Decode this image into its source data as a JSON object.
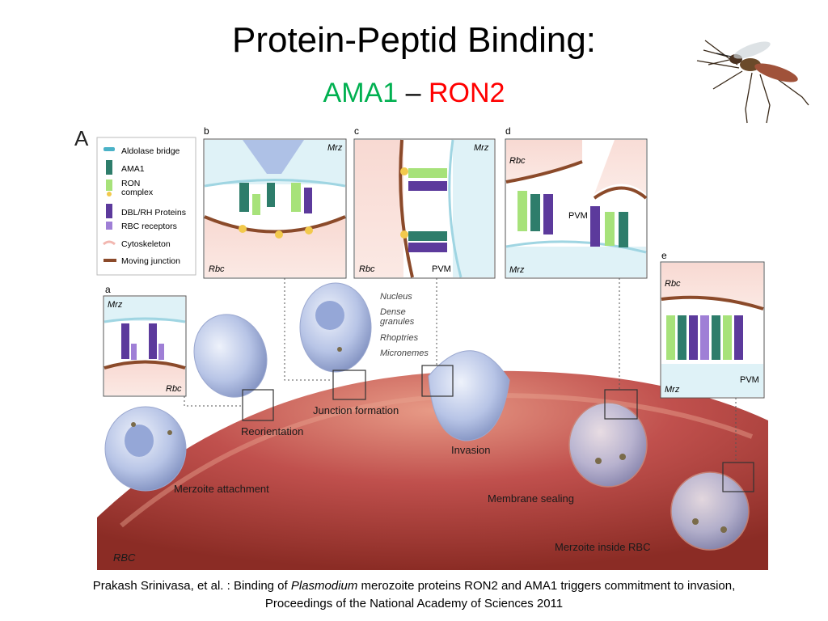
{
  "title": "Protein-Peptid Binding:",
  "subtitle": {
    "left": "AMA1",
    "dash": "–",
    "right": "RON2"
  },
  "colors": {
    "green": "#00b050",
    "red": "#ff0000",
    "rbc": "#c0504d",
    "ama1": "#2e7d6b",
    "ron": "#a7e27a",
    "dbl": "#5c3a9c"
  },
  "figure": {
    "panel_letter": "A",
    "legend": [
      "Aldolase bridge",
      "AMA1",
      "RON",
      "complex",
      "DBL/RH Proteins",
      "RBC receptors",
      "Cytoskeleton",
      "Moving junction"
    ],
    "panel_b": {
      "letter": "b",
      "mrz": "Mrz",
      "rbc": "Rbc"
    },
    "panel_c": {
      "letter": "c",
      "mrz": "Mrz",
      "rbc": "Rbc",
      "pvm": "PVM"
    },
    "panel_d": {
      "letter": "d",
      "rbc": "Rbc",
      "mrz": "Mrz",
      "pvm": "PVM"
    },
    "panel_a": {
      "letter": "a",
      "mrz": "Mrz",
      "rbc": "Rbc"
    },
    "panel_e": {
      "letter": "e",
      "rbc": "Rbc",
      "mrz": "Mrz",
      "pvm": "PVM"
    },
    "organelles": [
      "Nucleus",
      "Dense",
      "granules",
      "Rhoptries",
      "Micronemes"
    ],
    "stages": [
      "Reorientation",
      "Junction formation",
      "Invasion",
      "Merzoite attachment",
      "Membrane sealing",
      "Merzoite inside RBC"
    ],
    "rbc_label": "RBC"
  },
  "caption": {
    "line1_before": "Prakash Srinivasa, et al. : Binding of ",
    "line1_italic": "Plasmodium",
    "line1_after": " merozoite proteins RON2 and AMA1 triggers commitment to invasion,",
    "line2": "Proceedings of the National Academy of Sciences 2011"
  }
}
